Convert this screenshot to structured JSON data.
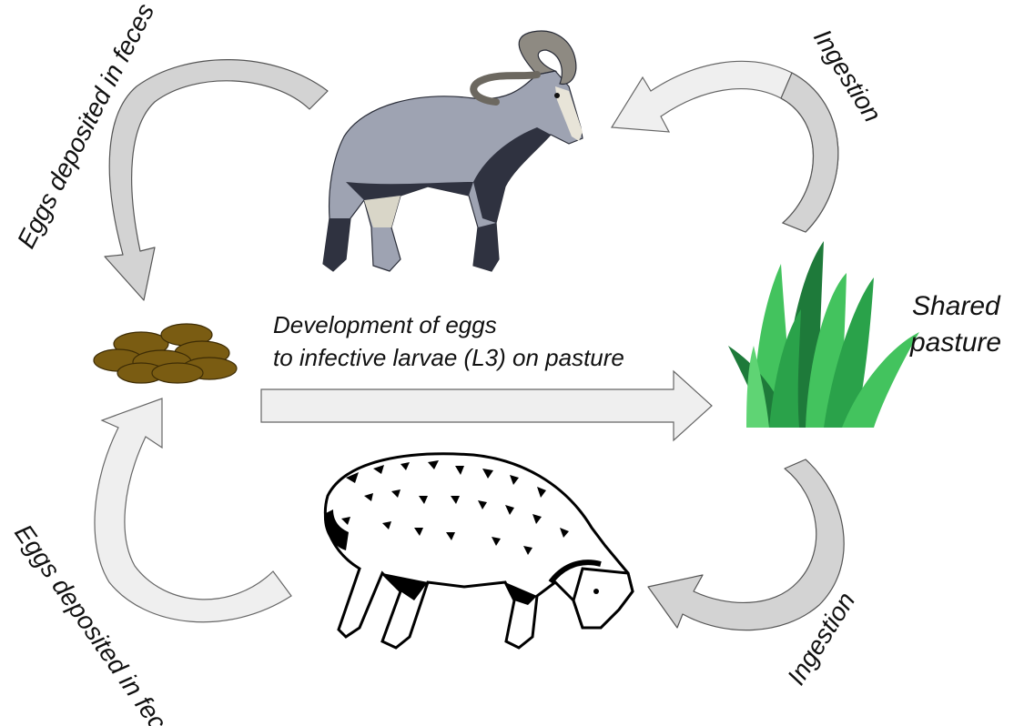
{
  "labels": {
    "eggs_top": "Eggs deposited in feces",
    "eggs_bottom": "Eggs deposited in feces",
    "ingestion_top": "Ingestion",
    "ingestion_bottom": "Ingestion",
    "development_line1": "Development of eggs",
    "development_line2": "to infective larvae (L3) on pasture",
    "pasture_line1": "Shared",
    "pasture_line2": "pasture"
  },
  "colors": {
    "arrow_fill": "#d3d3d3",
    "arrow_light": "#efefef",
    "feces": "#7a5c12",
    "grass_dark": "#1e7a3a",
    "grass_light": "#43c35e",
    "wild_sheep_body": "#9ea3b2"
  },
  "icons": [
    "wild-sheep-image",
    "domestic-sheep-image",
    "feces-pellets-image",
    "grass-image"
  ]
}
